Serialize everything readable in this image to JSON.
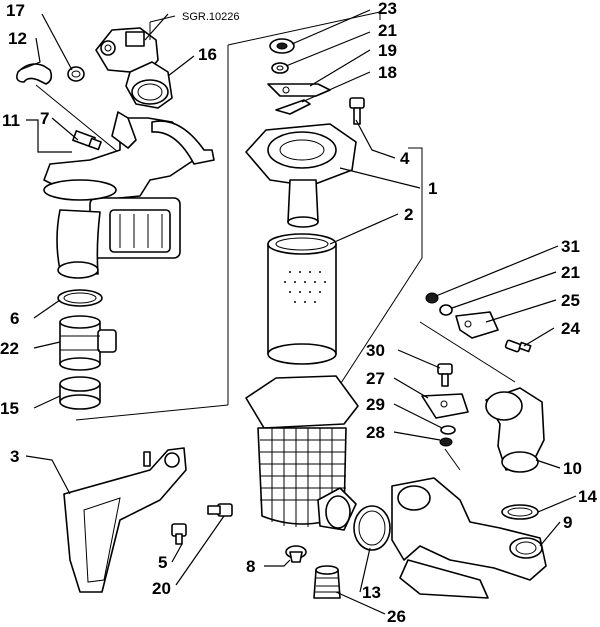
{
  "ref_code": "SGR.10226",
  "callouts": {
    "c1": "1",
    "c2": "2",
    "c3": "3",
    "c4": "4",
    "c5": "5",
    "c6": "6",
    "c7": "7",
    "c8": "8",
    "c9": "9",
    "c10": "10",
    "c11": "11",
    "c12": "12",
    "c13": "13",
    "c14": "14",
    "c15": "15",
    "c16": "16",
    "c17": "17",
    "c18": "18",
    "c19": "19",
    "c20": "20",
    "c21a": "21",
    "c21b": "21",
    "c22": "22",
    "c23": "23",
    "c24": "24",
    "c25": "25",
    "c26": "26",
    "c27": "27",
    "c28": "28",
    "c29": "29",
    "c30": "30",
    "c31": "31"
  }
}
